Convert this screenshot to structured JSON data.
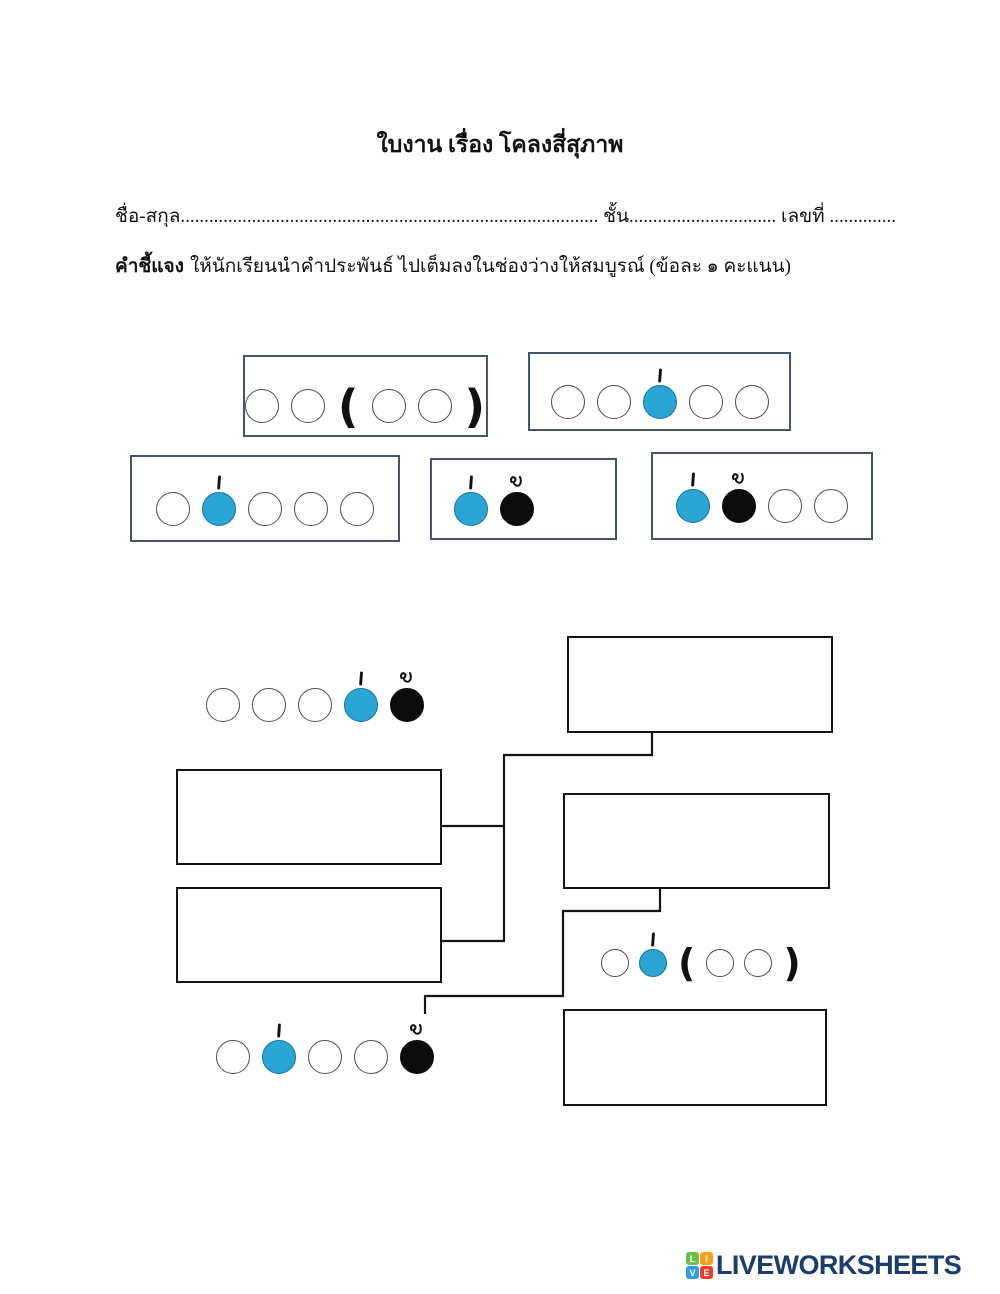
{
  "header": {
    "title": "ใบงาน เรื่อง โคลงสี่สุภาพ",
    "name_label": "ชื่อ-สกุล",
    "name_dots": "........................................................................................",
    "class_label": "ชั้น",
    "class_dots": "...............................",
    "number_label": "เลขที่ ",
    "number_dots": "..........................",
    "instruction_label": "คำชี้แจง",
    "instruction_text": "ให้นักเรียนนำคำประพันธ์ ไปเต็มลงในช่องว่างให้สมบูรณ์ (ข้อละ ๑ คะแนน)"
  },
  "colors": {
    "blue": "#2BA6D4",
    "box_border": "#44546A",
    "brand_navy": "#1B3D6E"
  },
  "legend": {
    "mark_names": [
      "mai_ek",
      "mai_tho"
    ],
    "circle_fills": [
      "white",
      "blue",
      "black"
    ]
  },
  "patterns": {
    "box_a": {
      "tokens": [
        {
          "t": "c",
          "f": "white"
        },
        {
          "t": "c",
          "f": "white"
        },
        {
          "t": "p",
          "v": "("
        },
        {
          "t": "c",
          "f": "white"
        },
        {
          "t": "c",
          "f": "white"
        },
        {
          "t": "p",
          "v": ")"
        }
      ]
    },
    "box_b": {
      "tokens": [
        {
          "t": "c",
          "f": "white"
        },
        {
          "t": "c",
          "f": "white"
        },
        {
          "t": "c",
          "f": "blue",
          "m": "mai_ek"
        },
        {
          "t": "c",
          "f": "white"
        },
        {
          "t": "c",
          "f": "white"
        }
      ]
    },
    "box_c": {
      "tokens": [
        {
          "t": "c",
          "f": "white"
        },
        {
          "t": "c",
          "f": "blue",
          "m": "mai_ek"
        },
        {
          "t": "c",
          "f": "white"
        },
        {
          "t": "c",
          "f": "white"
        },
        {
          "t": "c",
          "f": "white"
        }
      ]
    },
    "box_d": {
      "tokens": [
        {
          "t": "c",
          "f": "blue",
          "m": "mai_ek"
        },
        {
          "t": "c",
          "f": "black",
          "m": "mai_tho"
        }
      ]
    },
    "box_e": {
      "tokens": [
        {
          "t": "c",
          "f": "blue",
          "m": "mai_ek"
        },
        {
          "t": "c",
          "f": "black",
          "m": "mai_tho"
        },
        {
          "t": "c",
          "f": "white"
        },
        {
          "t": "c",
          "f": "white"
        }
      ]
    },
    "free_top": {
      "tokens": [
        {
          "t": "c",
          "f": "white"
        },
        {
          "t": "c",
          "f": "white"
        },
        {
          "t": "c",
          "f": "white"
        },
        {
          "t": "c",
          "f": "blue",
          "m": "mai_ek"
        },
        {
          "t": "c",
          "f": "black",
          "m": "mai_tho"
        }
      ]
    },
    "free_mid": {
      "tokens": [
        {
          "t": "c",
          "f": "white"
        },
        {
          "t": "c",
          "f": "blue",
          "m": "mai_ek"
        },
        {
          "t": "p",
          "v": "("
        },
        {
          "t": "c",
          "f": "white"
        },
        {
          "t": "c",
          "f": "white"
        },
        {
          "t": "p",
          "v": ")"
        }
      ]
    },
    "free_bottom": {
      "tokens": [
        {
          "t": "c",
          "f": "white"
        },
        {
          "t": "c",
          "f": "blue",
          "m": "mai_ek"
        },
        {
          "t": "c",
          "f": "white"
        },
        {
          "t": "c",
          "f": "white"
        },
        {
          "t": "c",
          "f": "black",
          "m": "mai_tho"
        }
      ]
    }
  },
  "footer": {
    "brand": "LIVEWORKSHEETS",
    "tiles": [
      {
        "letter": "L",
        "color": "#6CBE45"
      },
      {
        "letter": "I",
        "color": "#F9A11B"
      },
      {
        "letter": "V",
        "color": "#2F9FE0"
      },
      {
        "letter": "E",
        "color": "#E8402C"
      }
    ]
  }
}
